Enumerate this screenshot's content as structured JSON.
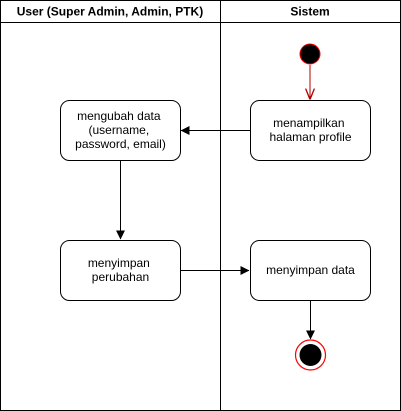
{
  "lanes": [
    {
      "title": "User (Super Admin, Admin, PTK)"
    },
    {
      "title": "Sistem"
    }
  ],
  "nodes": {
    "show_profile": {
      "lines": [
        "menampilkan",
        "halaman profile"
      ]
    },
    "edit_data": {
      "lines": [
        "mengubah data",
        "(username,",
        "password, email)"
      ]
    },
    "save_changes": {
      "lines": [
        "menyimpan",
        "perubahan"
      ]
    },
    "save_data": {
      "lines": [
        "menyimpan data"
      ]
    }
  },
  "colors": {
    "stroke": "#000000",
    "start_end_fill": "#000000",
    "start_arrow": "#b20000",
    "end_ring": "#ff0000",
    "background": "#ffffff"
  }
}
